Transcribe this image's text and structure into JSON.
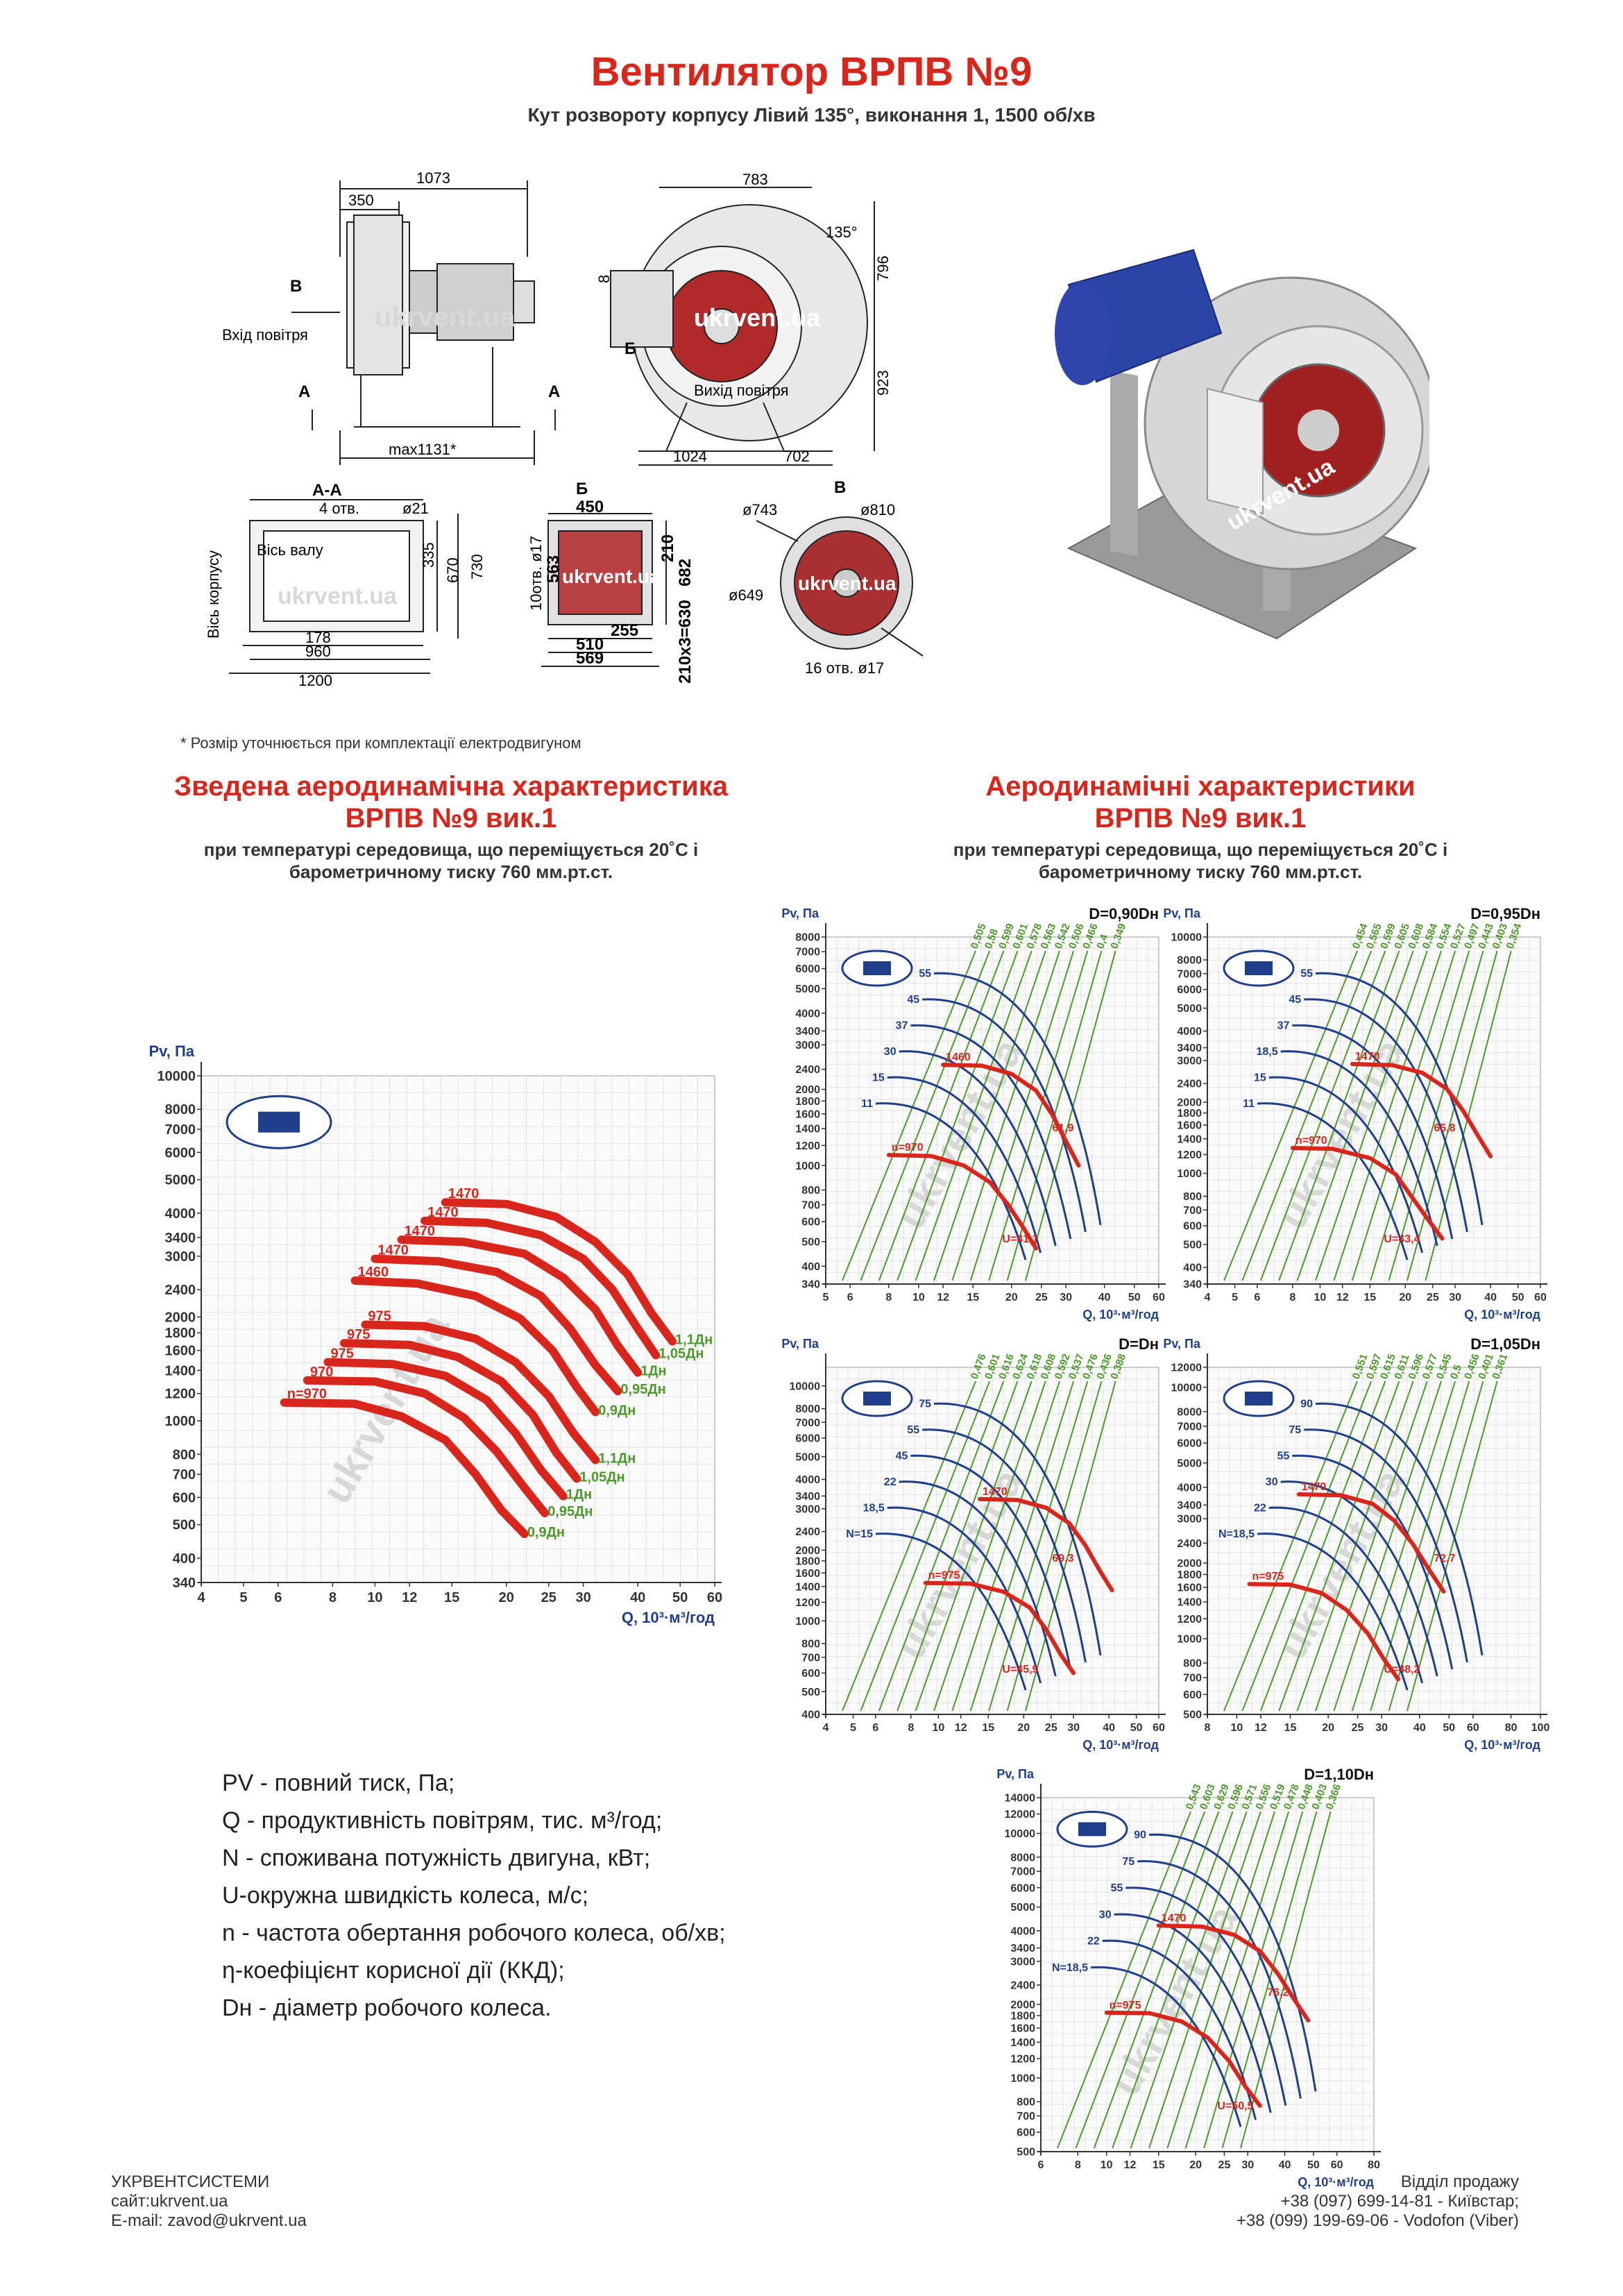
{
  "header": {
    "title": "Вентилятор ВРПВ №9",
    "subtitle": "Кут розвороту корпусу Лівий 135°, виконання 1, 1500 об/хв"
  },
  "drawings": {
    "side": {
      "d1073": "1073",
      "d350": "350",
      "label_b": "B",
      "label_a_left": "A",
      "label_a_right": "A",
      "inlet": "Вхід повітря",
      "dmax": "max1131*",
      "watermark": "ukrvent.ua"
    },
    "front": {
      "d783": "783",
      "d135": "135°",
      "d8": "8",
      "d796": "796",
      "d923": "923",
      "label_b": "Б",
      "outlet": "Вихід повітря",
      "d1024": "1024",
      "d702": "702",
      "watermark": "ukrvent.ua"
    },
    "section_aa": {
      "title": "А-А",
      "holes": "4 отв.",
      "hole_d": "ø21",
      "shaft": "Вісь валу",
      "body_axis": "Вісь корпусу",
      "d335": "335",
      "d670": "670",
      "d730": "730",
      "d178": "178",
      "d960": "960",
      "d1200": "1200",
      "watermark": "ukrvent.ua"
    },
    "flange_b": {
      "title": "Б",
      "holes": "10отв. ø17",
      "d450": "450",
      "d563": "563",
      "d210": "210",
      "d682": "682",
      "d255": "255",
      "d510": "510",
      "d569": "569",
      "d630": "210x3=630",
      "watermark": "ukrvent.ua"
    },
    "flange_v": {
      "title": "В",
      "d743": "ø743",
      "d810": "ø810",
      "d649": "ø649",
      "holes": "16 отв. ø17",
      "watermark": "ukrvent.ua"
    },
    "photo_watermark": "ukrvent.ua"
  },
  "footnote": "* Розмір уточнюється при комплектації електродвигуном",
  "summary": {
    "title_line1": "Зведена аеродинамічна характеристика",
    "title_line2": "ВРПВ №9 вик.1",
    "sub_line1": "при температурі середовища, що переміщується 20˚С і",
    "sub_line2": "барометричному тиску 760 мм.рт.ст."
  },
  "detail": {
    "title_line1": "Аеродинамічні характеристики",
    "title_line2": "ВРПВ №9 вик.1",
    "sub_line1": "при температурі середовища, що переміщується 20˚С і",
    "sub_line2": "барометричному тиску 760 мм.рт.ст."
  },
  "legend": [
    "PV - повний тиск, Па;",
    "Q - продуктивність повітрям, тис. м³/год;",
    "N - споживана потужність двигуна, кВт;",
    "U-окружна швидкість колеса, м/с;",
    "n - частота обертання робочого колеса, об/хв;",
    "η-коефіцієнт корисної дії (ККД);",
    "Dн - діаметр робочого колеса."
  ],
  "footer": {
    "company": "УКРВЕНТСИСТЕМИ",
    "site": "сайт:ukrvent.ua",
    "email": "E-mail: zavod@ukrvent.ua",
    "sales": "Відділ продажу",
    "phone1": "+38 (097) 699-14-81 - Київстар;",
    "phone2": "+38 (099) 199-69-06 - Vodofon (Viber)"
  },
  "colors": {
    "red": "#d9261c",
    "blue": "#1f3f8c",
    "green": "#4c9a2a",
    "grid": "#c8c8c8"
  },
  "chart_data": [
    {
      "type": "line",
      "id": "summary",
      "ylabel": "Pv, Па",
      "xlabel": "Q, 10³·м³/год",
      "xscale": "log",
      "yscale": "log",
      "xlim": [
        4,
        60
      ],
      "ylim": [
        340,
        10000
      ],
      "xticks": [
        4,
        5,
        6,
        8,
        10,
        12,
        15,
        20,
        25,
        30,
        40,
        50,
        60
      ],
      "yticks": [
        340,
        400,
        500,
        600,
        700,
        800,
        1000,
        1200,
        1400,
        1600,
        1800,
        2000,
        2400,
        3000,
        3400,
        4000,
        5000,
        6000,
        7000,
        8000,
        10000
      ],
      "series": [
        {
          "name": "1,1Дн",
          "label_n": "1470",
          "x": [
            14.5,
            20,
            26,
            32,
            38,
            43,
            48
          ],
          "y": [
            4300,
            4250,
            3900,
            3300,
            2650,
            2050,
            1700
          ]
        },
        {
          "name": "1,05Дн",
          "label_n": "1470",
          "x": [
            13,
            18,
            24,
            30,
            35,
            40,
            44
          ],
          "y": [
            3800,
            3750,
            3450,
            2950,
            2400,
            1850,
            1550
          ]
        },
        {
          "name": "1Дн",
          "label_n": "1470",
          "x": [
            11.5,
            16,
            22,
            27,
            32,
            36,
            40
          ],
          "y": [
            3350,
            3300,
            3050,
            2600,
            2100,
            1650,
            1380
          ]
        },
        {
          "name": "0,95Дн",
          "label_n": "1470",
          "x": [
            10,
            14,
            19,
            24,
            28,
            32,
            36
          ],
          "y": [
            2950,
            2900,
            2700,
            2300,
            1850,
            1450,
            1220
          ]
        },
        {
          "name": "0,9Дн",
          "label_n": "1460",
          "x": [
            9,
            12.5,
            17,
            21.5,
            25.5,
            29,
            32
          ],
          "y": [
            2550,
            2500,
            2300,
            1980,
            1600,
            1250,
            1060
          ]
        },
        {
          "name": "1,1Дн",
          "label_n": "975",
          "x": [
            9.5,
            13,
            17,
            21,
            25,
            28.5,
            32
          ],
          "y": [
            1900,
            1880,
            1730,
            1480,
            1180,
            920,
            770
          ]
        },
        {
          "name": "1,05Дн",
          "label_n": "975",
          "x": [
            8.5,
            12,
            15.5,
            19.5,
            23,
            26,
            29
          ],
          "y": [
            1680,
            1660,
            1530,
            1300,
            1040,
            810,
            680
          ]
        },
        {
          "name": "1Дн",
          "label_n": "975",
          "x": [
            7.8,
            11,
            14.5,
            18,
            21,
            24,
            27
          ],
          "y": [
            1480,
            1460,
            1350,
            1150,
            920,
            720,
            605
          ]
        },
        {
          "name": "0,95Дн",
          "label_n": "970",
          "x": [
            7,
            10,
            13,
            16,
            19,
            22,
            24.5
          ],
          "y": [
            1310,
            1300,
            1200,
            1020,
            815,
            640,
            540
          ]
        },
        {
          "name": "0,9Дн",
          "label_n": "n=970",
          "x": [
            6.2,
            9,
            11.5,
            14.5,
            17,
            19.5,
            22
          ],
          "y": [
            1130,
            1120,
            1030,
            880,
            700,
            550,
            470
          ]
        }
      ]
    },
    {
      "type": "line",
      "id": "d090",
      "title": "D=0,90Dн",
      "ylabel": "Pv, Па",
      "xlabel": "Q, 10³·м³/год",
      "xscale": "log",
      "yscale": "log",
      "xlim": [
        5,
        60
      ],
      "ylim": [
        340,
        8000
      ],
      "xticks": [
        5,
        6,
        8,
        10,
        12,
        15,
        20,
        25,
        30,
        40,
        50,
        60
      ],
      "yticks": [
        340,
        400,
        500,
        600,
        700,
        800,
        1000,
        1200,
        1400,
        1600,
        1800,
        2000,
        2400,
        3000,
        3400,
        4000,
        5000,
        6000,
        7000,
        8000
      ],
      "power_labels": [
        "11",
        "15",
        "30",
        "37",
        "45",
        "55"
      ],
      "efficiency_labels": [
        "0,505",
        "0,58",
        "0,599",
        "0,601",
        "0,578",
        "0,563",
        "0,542",
        "0,506",
        "0,466",
        "0,4",
        "0,349"
      ],
      "series": [
        {
          "name": "1460",
          "x": [
            12,
            16,
            20,
            24,
            27,
            30,
            33
          ],
          "y": [
            2500,
            2480,
            2300,
            1980,
            1600,
            1250,
            1000
          ]
        },
        {
          "name": "n=970",
          "x": [
            8,
            11,
            14,
            17,
            19.5,
            22,
            24
          ],
          "y": [
            1100,
            1090,
            1000,
            860,
            700,
            560,
            470
          ]
        }
      ],
      "annotations": [
        "61,9",
        "U=41,1"
      ]
    },
    {
      "type": "line",
      "id": "d095",
      "title": "D=0,95Dн",
      "ylabel": "Pv, Па",
      "xlabel": "Q, 10³·м³/год",
      "xscale": "log",
      "yscale": "log",
      "xlim": [
        4,
        60
      ],
      "ylim": [
        340,
        10000
      ],
      "xticks": [
        4,
        5,
        6,
        8,
        10,
        12,
        15,
        20,
        25,
        30,
        40,
        50,
        60
      ],
      "yticks": [
        340,
        400,
        500,
        600,
        700,
        800,
        1000,
        1200,
        1400,
        1600,
        1800,
        2000,
        2400,
        3000,
        3400,
        4000,
        5000,
        6000,
        7000,
        8000,
        10000
      ],
      "power_labels": [
        "11",
        "15",
        "18,5",
        "37",
        "45",
        "55"
      ],
      "efficiency_labels": [
        "0,454",
        "0,565",
        "0,599",
        "0,605",
        "0,608",
        "0,584",
        "0,554",
        "0,527",
        "0,497",
        "0,443",
        "0,403",
        "0,354"
      ],
      "series": [
        {
          "name": "1470",
          "x": [
            13,
            18,
            23,
            28,
            32,
            36,
            40
          ],
          "y": [
            2900,
            2870,
            2660,
            2280,
            1840,
            1450,
            1180
          ]
        },
        {
          "name": "n=970",
          "x": [
            8,
            11,
            15,
            18.5,
            21,
            24,
            27
          ],
          "y": [
            1280,
            1270,
            1160,
            990,
            800,
            640,
            530
          ]
        }
      ],
      "annotations": [
        "65,8",
        "U=43,4"
      ]
    },
    {
      "type": "line",
      "id": "d100",
      "title": "D=Dн",
      "ylabel": "Pv, Па",
      "xlabel": "Q, 10³·м³/год",
      "xscale": "log",
      "yscale": "log",
      "xlim": [
        4,
        60
      ],
      "ylim": [
        400,
        12000
      ],
      "xticks": [
        4,
        5,
        6,
        8,
        10,
        12,
        15,
        20,
        25,
        30,
        40,
        50,
        60
      ],
      "yticks": [
        400,
        500,
        600,
        700,
        800,
        1000,
        1200,
        1400,
        1600,
        1800,
        2000,
        2400,
        3000,
        3400,
        4000,
        5000,
        6000,
        7000,
        8000,
        10000
      ],
      "power_labels": [
        "N=15",
        "18,5",
        "22",
        "45",
        "55",
        "75"
      ],
      "efficiency_labels": [
        "0,476",
        "0,601",
        "0,616",
        "0,624",
        "0,618",
        "0,608",
        "0,592",
        "0,537",
        "0,476",
        "0,436",
        "0,388"
      ],
      "series": [
        {
          "name": "1470",
          "x": [
            14,
            19,
            24,
            29,
            33,
            37,
            41
          ],
          "y": [
            3300,
            3270,
            3030,
            2600,
            2100,
            1650,
            1350
          ]
        },
        {
          "name": "n=975",
          "x": [
            9,
            13,
            17,
            21,
            24,
            27,
            30
          ],
          "y": [
            1450,
            1440,
            1330,
            1140,
            920,
            720,
            600
          ]
        }
      ],
      "annotations": [
        "69,3",
        "U=45,9"
      ]
    },
    {
      "type": "line",
      "id": "d105",
      "title": "D=1,05Dн",
      "ylabel": "Pv, Па",
      "xlabel": "Q, 10³·м³/год",
      "xscale": "log",
      "yscale": "log",
      "xlim": [
        8,
        100
      ],
      "ylim": [
        500,
        12000
      ],
      "xticks": [
        8,
        10,
        12,
        15,
        20,
        25,
        30,
        40,
        50,
        60,
        80,
        100
      ],
      "yticks": [
        500,
        600,
        700,
        800,
        1000,
        1200,
        1400,
        1600,
        1800,
        2000,
        2400,
        3000,
        3400,
        4000,
        5000,
        6000,
        7000,
        8000,
        10000,
        12000
      ],
      "power_labels": [
        "N=18,5",
        "22",
        "30",
        "55",
        "75",
        "90"
      ],
      "efficiency_labels": [
        "0,551",
        "0,597",
        "0,615",
        "0,611",
        "0,596",
        "0,577",
        "0,545",
        "0,5",
        "0,456",
        "0,401",
        "0,361"
      ],
      "series": [
        {
          "name": "1470",
          "x": [
            16,
            22,
            28,
            33,
            38,
            43,
            48
          ],
          "y": [
            3750,
            3720,
            3440,
            2950,
            2380,
            1880,
            1540
          ]
        },
        {
          "name": "n=975",
          "x": [
            11,
            15,
            19,
            23,
            27,
            30.5,
            34
          ],
          "y": [
            1650,
            1640,
            1520,
            1300,
            1050,
            830,
            690
          ]
        }
      ],
      "annotations": [
        "72,7",
        "U=48,2"
      ]
    },
    {
      "type": "line",
      "id": "d110",
      "title": "D=1,10Dн",
      "ylabel": "Pv, Па",
      "xlabel": "Q, 10³·м³/год",
      "xscale": "log",
      "yscale": "log",
      "xlim": [
        6,
        80
      ],
      "ylim": [
        500,
        14000
      ],
      "xticks": [
        6,
        8,
        10,
        12,
        15,
        20,
        25,
        30,
        40,
        50,
        60,
        80
      ],
      "yticks": [
        500,
        600,
        700,
        800,
        1000,
        1200,
        1400,
        1600,
        1800,
        2000,
        2400,
        3000,
        3400,
        4000,
        5000,
        6000,
        7000,
        8000,
        10000,
        12000,
        14000
      ],
      "power_labels": [
        "N=18,5",
        "22",
        "30",
        "55",
        "75",
        "90"
      ],
      "efficiency_labels": [
        "0,543",
        "0,603",
        "0,629",
        "0,596",
        "0,571",
        "0,556",
        "0,519",
        "0,478",
        "0,448",
        "0,403",
        "0,366"
      ],
      "series": [
        {
          "name": "1470",
          "x": [
            15,
            21,
            27,
            33,
            38,
            43,
            48
          ],
          "y": [
            4200,
            4160,
            3850,
            3300,
            2660,
            2100,
            1720
          ]
        },
        {
          "name": "n=975",
          "x": [
            10,
            14,
            18,
            22,
            26,
            29.5,
            33
          ],
          "y": [
            1850,
            1840,
            1700,
            1460,
            1170,
            920,
            770
          ]
        }
      ],
      "annotations": [
        "76,2",
        "U=50,5"
      ]
    }
  ]
}
